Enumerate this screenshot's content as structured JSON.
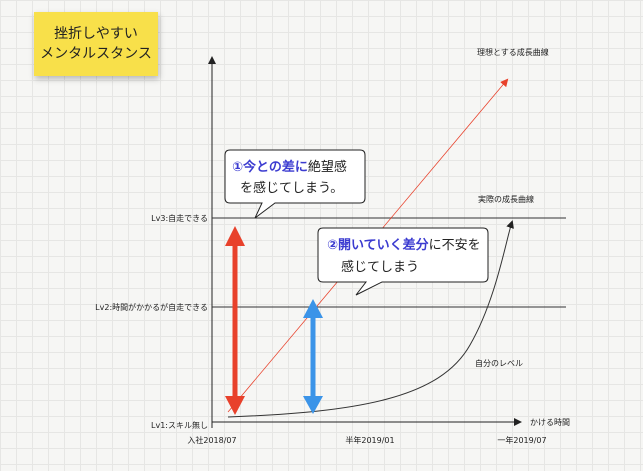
{
  "sticky": {
    "line1": "挫折しやすい",
    "line2": "メンタルスタンス"
  },
  "y_levels": [
    "Lv3:自走できる",
    "Lv2:時間がかかるが自走できる",
    "Lv1:スキル無し"
  ],
  "x_labels": [
    "入社2018/07",
    "半年2019/01",
    "一年2019/07"
  ],
  "x_axis_title": "かける時間",
  "curves": {
    "ideal": "理想とする成長曲線",
    "actual": "実際の成長曲線",
    "self": "自分のレベル"
  },
  "callout1": {
    "num": "①",
    "hl": "今との差に",
    "rest1": "絶望感",
    "line2": "を感じてしまう。"
  },
  "callout2": {
    "num": "②",
    "hl": "開いていく差分",
    "rest1": "に不安を",
    "line2": "感じてしまう"
  },
  "colors": {
    "red": "#e8412b",
    "blue": "#3b94e8",
    "ideal_line": "#e8412b",
    "highlight": "#3b3bd0",
    "sticky": "#f8e04a"
  }
}
